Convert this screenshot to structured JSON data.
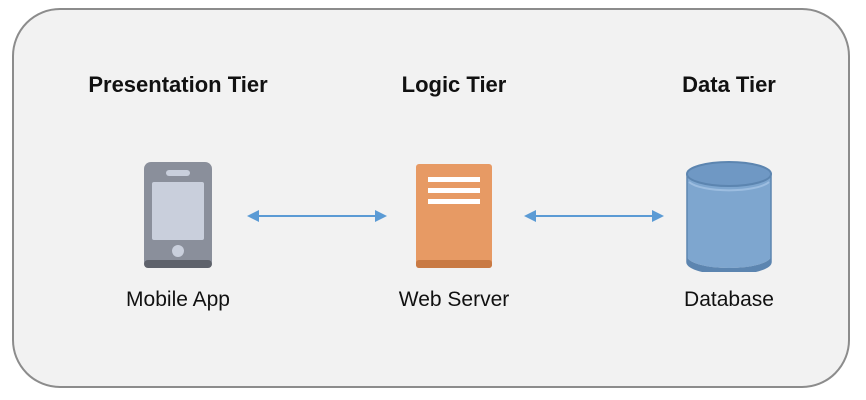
{
  "tiers": [
    {
      "title": "Presentation Tier",
      "node": "Mobile App",
      "icon": "mobile-phone-icon"
    },
    {
      "title": "Logic Tier",
      "node": "Web Server",
      "icon": "server-icon"
    },
    {
      "title": "Data Tier",
      "node": "Database",
      "icon": "database-icon"
    }
  ],
  "colors": {
    "frame_fill": "#f2f2f2",
    "frame_border": "#8c8c8c",
    "phone_body": "#8a8f9b",
    "phone_screen": "#c9cfdc",
    "server_fill": "#e79a64",
    "database_fill": "#7ea6cf",
    "arrow": "#5b9bd5"
  }
}
